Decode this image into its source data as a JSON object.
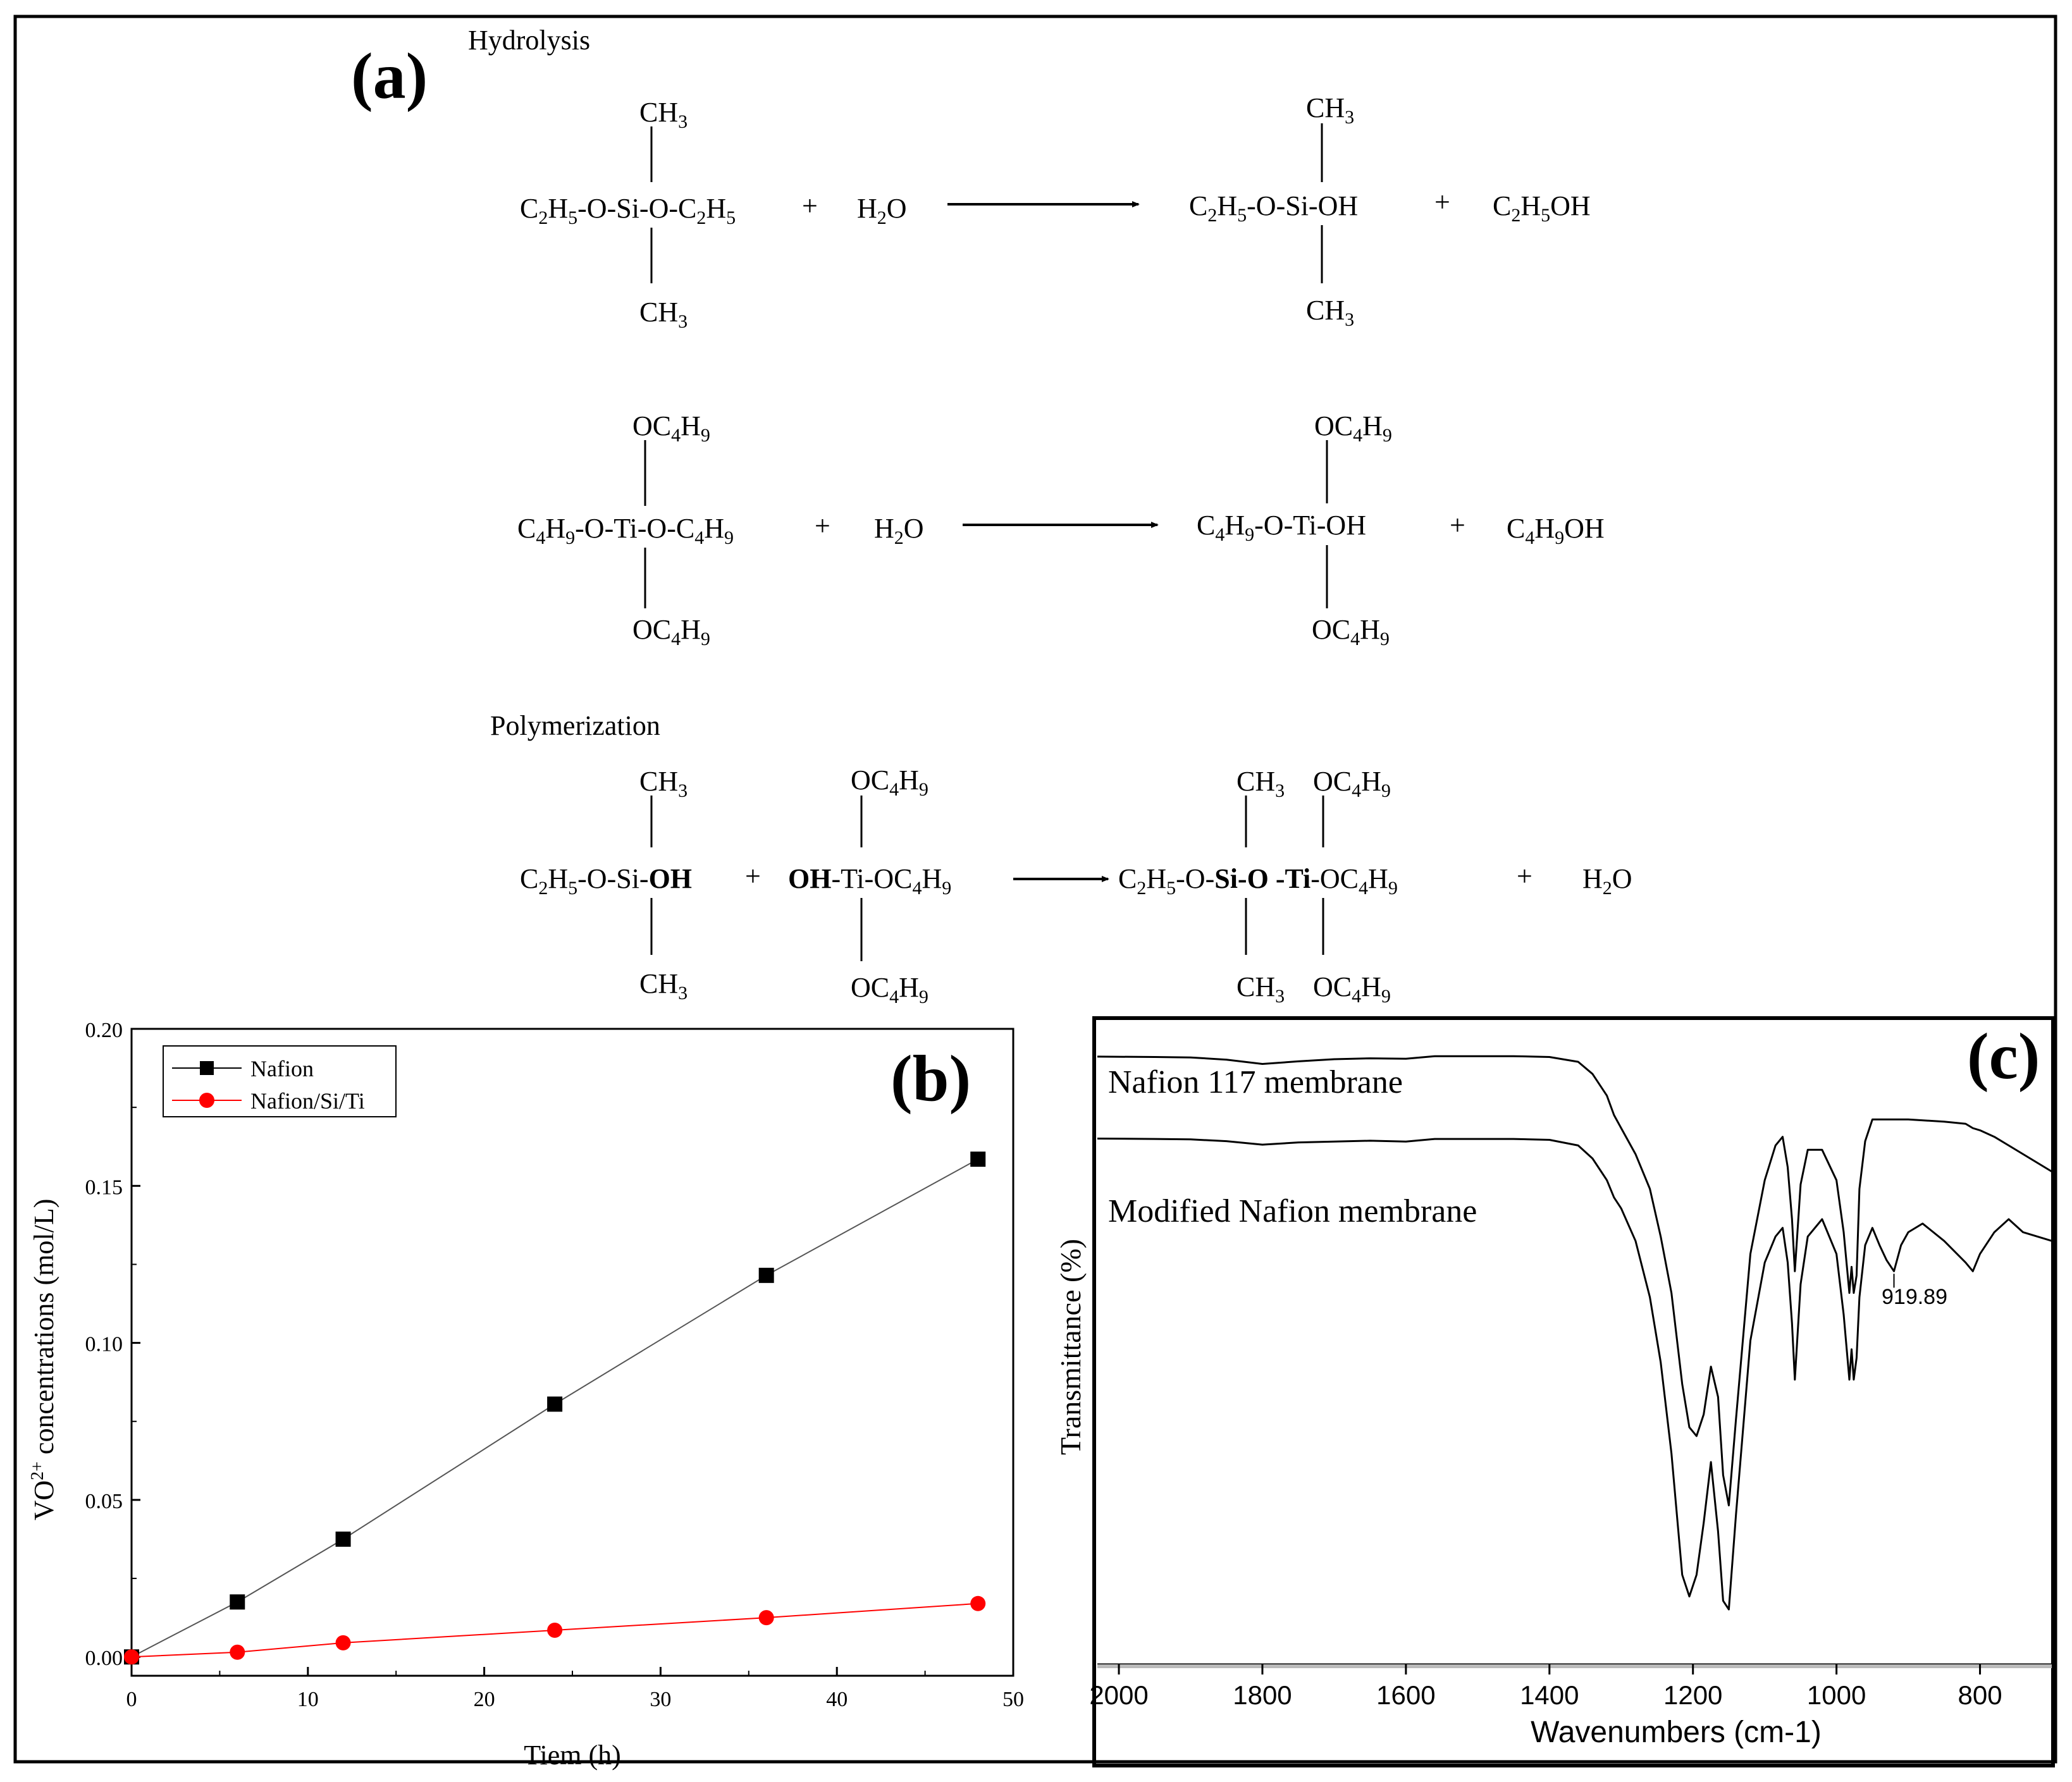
{
  "panel_a": {
    "label": "(a)",
    "hydrolysis_title": "Hydrolysis",
    "polymerization_title": "Polymerization",
    "plus": "+",
    "water": "H2O",
    "reaction1": {
      "top_group": "CH3",
      "bottom_group": "CH3",
      "left_chain": "C2H5-O-Si-O-C2H5",
      "product_chain": "C2H5-O-Si-OH",
      "product_top": "CH3",
      "product_bottom": "CH3",
      "byproduct": "C2H5OH"
    },
    "reaction2": {
      "top_group": "OC4H9",
      "bottom_group": "OC4H9",
      "left_chain": "C4H9-O-Ti-O-C4H9",
      "product_chain": "C4H9-O-Ti-OH",
      "product_top": "OC4H9",
      "product_bottom": "OC4H9",
      "byproduct": "C4H9OH"
    },
    "reaction3": {
      "si_top": "CH3",
      "si_bottom": "CH3",
      "si_left": "C2H5-O-Si-",
      "si_oh": "OH",
      "ti_oh": "OH",
      "ti_right": "-Ti-OC4H9",
      "ti_top": "OC4H9",
      "ti_bottom": "OC4H9",
      "product_prefix": "C2H5-O-",
      "product_si": "Si-O",
      "product_ti": "-Ti",
      "product_suffix": "-OC4H9",
      "product_si_top": "CH3",
      "product_si_bottom": "CH3",
      "product_ti_top": "OC4H9",
      "product_ti_bottom": "OC4H9",
      "byproduct": "H2O"
    }
  },
  "panel_b": {
    "label": "(b)",
    "chart_data": {
      "type": "line",
      "xlabel": "Tiem (h)",
      "ylabel": "VO2+ concentrations (mol/L)",
      "xlim": [
        0,
        50
      ],
      "ylim": [
        -0.006,
        0.2
      ],
      "x_ticks": [
        "0",
        "10",
        "20",
        "30",
        "40",
        "50"
      ],
      "y_ticks": [
        "0.00",
        "0.05",
        "0.10",
        "0.15",
        "0.20"
      ],
      "legend_position": "top-left",
      "series": [
        {
          "name": "Nafion",
          "color": "#000000",
          "marker": "square",
          "x": [
            0,
            6,
            12,
            24,
            36,
            48
          ],
          "y": [
            0.0,
            0.0175,
            0.0375,
            0.0805,
            0.1215,
            0.1585
          ]
        },
        {
          "name": "Nafion/Si/Ti",
          "color": "#ff0000",
          "marker": "circle",
          "x": [
            0,
            6,
            12,
            24,
            36,
            48
          ],
          "y": [
            0.0,
            0.0015,
            0.0045,
            0.0085,
            0.0125,
            0.017
          ]
        }
      ]
    }
  },
  "panel_c": {
    "label": "(c)",
    "chart_data": {
      "type": "line",
      "xlabel": "Wavenumbers (cm-1)",
      "ylabel": "Transmittance (%)",
      "xlim": [
        2030,
        700
      ],
      "x_ticks": [
        "2000",
        "1800",
        "1600",
        "1400",
        "1200",
        "1000",
        "800"
      ],
      "annotation": "919.89",
      "series": [
        {
          "name": "Nafion 117 membrane",
          "x": [
            2030,
            1950,
            1900,
            1850,
            1800,
            1750,
            1700,
            1650,
            1600,
            1560,
            1500,
            1450,
            1400,
            1360,
            1340,
            1320,
            1310,
            1300,
            1280,
            1260,
            1245,
            1230,
            1215,
            1205,
            1195,
            1185,
            1175,
            1165,
            1158,
            1150,
            1140,
            1120,
            1100,
            1085,
            1075,
            1068,
            1062,
            1058,
            1050,
            1040,
            1020,
            1000,
            990,
            982,
            979,
            976,
            972,
            968,
            960,
            950,
            900,
            850,
            820,
            810,
            800,
            780,
            760,
            740,
            720,
            700
          ],
          "y": [
            195.5,
            195.4,
            195.3,
            194.8,
            193.8,
            194.4,
            194.9,
            195.1,
            195,
            195.6,
            195.6,
            195.6,
            195.4,
            194.3,
            191.5,
            186.5,
            182,
            179,
            173,
            165,
            154,
            141,
            120,
            110,
            108,
            113,
            124,
            117,
            99,
            92,
            112,
            150,
            167,
            175,
            177,
            170,
            158,
            146,
            166,
            174,
            174,
            167,
            155,
            141,
            147,
            141,
            145,
            165,
            176,
            181,
            181,
            180.5,
            180,
            179,
            178.5,
            177,
            175,
            173,
            171,
            169
          ]
        },
        {
          "name": "Modified Nafion membrane",
          "x": [
            2030,
            1950,
            1900,
            1850,
            1800,
            1750,
            1700,
            1650,
            1600,
            1560,
            1500,
            1450,
            1400,
            1360,
            1340,
            1320,
            1310,
            1300,
            1280,
            1260,
            1245,
            1230,
            1215,
            1205,
            1195,
            1185,
            1175,
            1165,
            1158,
            1150,
            1140,
            1120,
            1100,
            1085,
            1075,
            1068,
            1062,
            1058,
            1050,
            1040,
            1020,
            1000,
            990,
            982,
            979,
            976,
            972,
            968,
            960,
            950,
            940,
            930,
            919.89,
            910,
            900,
            880,
            850,
            820,
            810,
            800,
            780,
            760,
            740,
            720,
            700
          ],
          "y": [
            176.6,
            176.5,
            176.4,
            176,
            175.2,
            175.7,
            175.9,
            176.1,
            175.9,
            176.5,
            176.5,
            176.5,
            176.3,
            175,
            172,
            167,
            163,
            160.5,
            153,
            140,
            125,
            104,
            76,
            71,
            76,
            88,
            102,
            86,
            70,
            68,
            90,
            130,
            148,
            154,
            156,
            148,
            134,
            121,
            143,
            154,
            158,
            150,
            136,
            121,
            128,
            121,
            126,
            140,
            152,
            156,
            152,
            148.5,
            146,
            152,
            155,
            157,
            153,
            148,
            146,
            150,
            155,
            158,
            155,
            154,
            153
          ]
        }
      ]
    }
  }
}
